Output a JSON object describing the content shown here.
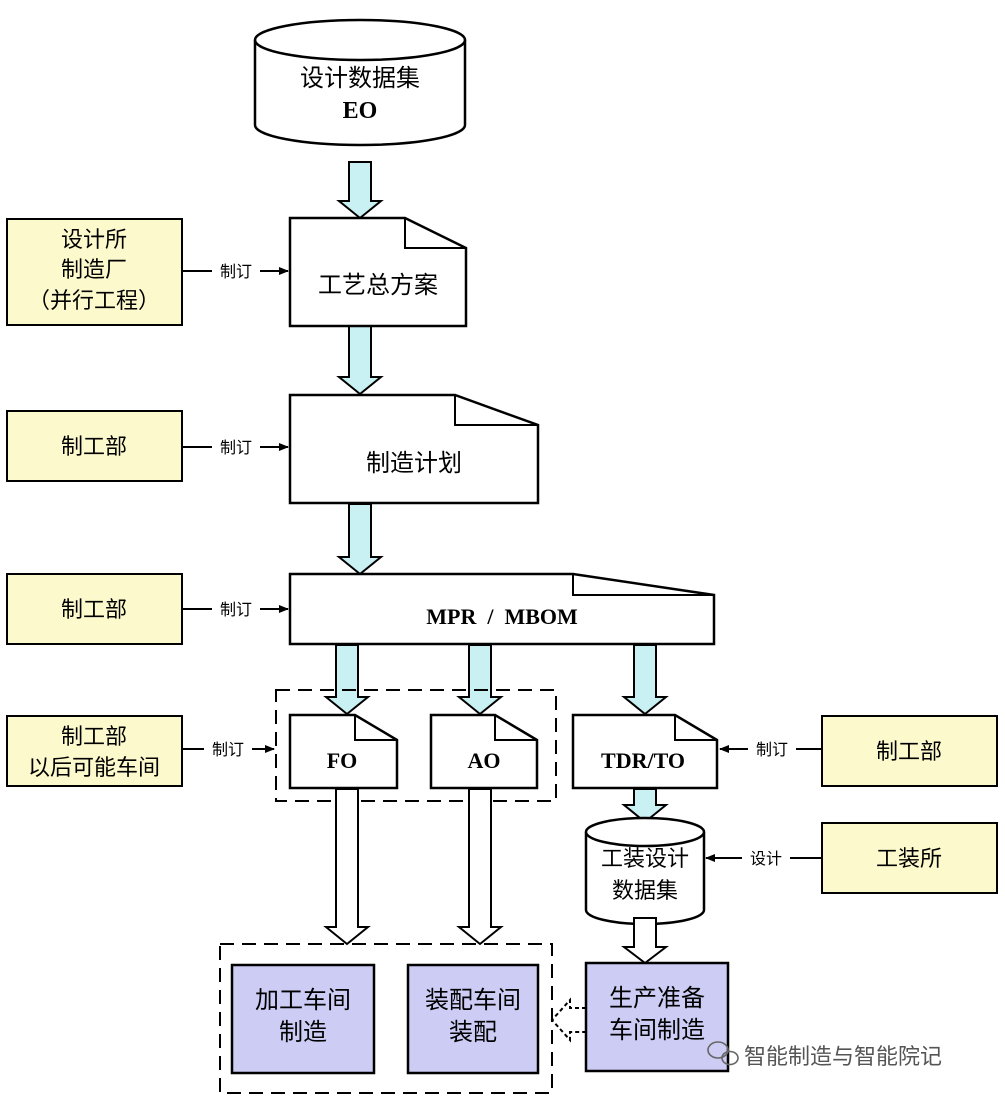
{
  "nodes": {
    "design_dataset": {
      "line1": "设计数据集",
      "line2": "EO"
    },
    "process_plan": {
      "label": "工艺总方案"
    },
    "mfg_plan": {
      "label": "制造计划"
    },
    "mpr_mbom": {
      "label": "MPR  /  MBOM"
    },
    "fo": {
      "label": "FO"
    },
    "ao": {
      "label": "AO"
    },
    "tdr_to": {
      "label": "TDR/TO"
    },
    "tooling_dataset": {
      "line1": "工装设计",
      "line2": "数据集"
    },
    "machining_shop": {
      "line1": "加工车间",
      "line2": "制造"
    },
    "assembly_shop": {
      "line1": "装配车间",
      "line2": "装配"
    },
    "prod_prep_shop": {
      "line1": "生产准备",
      "line2": "车间制造"
    }
  },
  "actors": {
    "actor1": {
      "line1": "设计所",
      "line2": "制造厂",
      "line3": "（并行工程）"
    },
    "actor2": {
      "label": "制工部"
    },
    "actor3": {
      "label": "制工部"
    },
    "actor4": {
      "line1": "制工部",
      "line2": "以后可能车间"
    },
    "actor5": {
      "label": "制工部"
    },
    "actor6": {
      "label": "工装所"
    }
  },
  "edge_labels": {
    "e1": "制订",
    "e2": "制订",
    "e3": "制订",
    "e4": "制订",
    "e5": "制订",
    "e6": "设计"
  },
  "watermark": "智能制造与智能院记",
  "colors": {
    "actor_fill": "#fcf9cc",
    "shop_fill": "#ccccf4",
    "flow_arrow_fill": "#c9f0f2",
    "hollow_arrow_fill": "#ffffff"
  },
  "icons": {
    "watermark_icon": "wechat-icon"
  }
}
